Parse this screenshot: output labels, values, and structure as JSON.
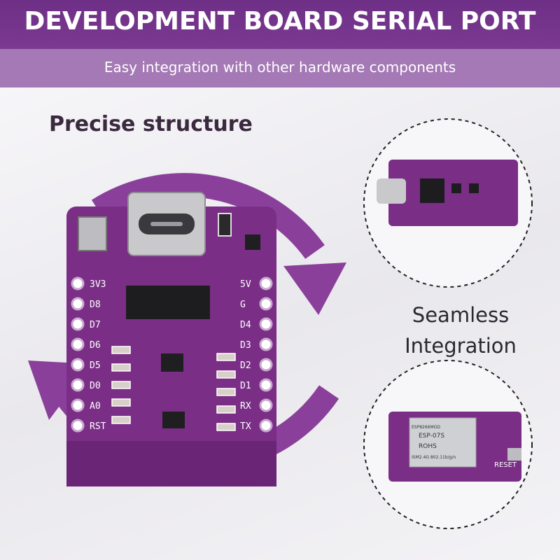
{
  "header": {
    "title": "DEVELOPMENT BOARD SERIAL PORT",
    "subtitle": "Easy integration with other hardware components"
  },
  "labels": {
    "left": "Precise structure",
    "right_line1": "Seamless",
    "right_line2": "Integration"
  },
  "board": {
    "left_pins": [
      "3V3",
      "D8",
      "D7",
      "D6",
      "D5",
      "D0",
      "A0",
      "RST"
    ],
    "right_pins": [
      "5V",
      "G",
      "D4",
      "D3",
      "D2",
      "D1",
      "RX",
      "TX"
    ]
  },
  "bottom_board": {
    "module_lines": [
      "ESP-07S",
      "ROHS",
      "ESP8266MOD",
      "ISM2.4G 802.11b/g/n"
    ],
    "reset_label": "RESET"
  },
  "colors": {
    "brand_purple": "#6e2f86",
    "board_purple": "#7a2e86",
    "arrow_purple": "#8a3f9a"
  },
  "icons": [
    "usb-c-connector-icon",
    "chip-icon",
    "circular-arrows-icon"
  ]
}
